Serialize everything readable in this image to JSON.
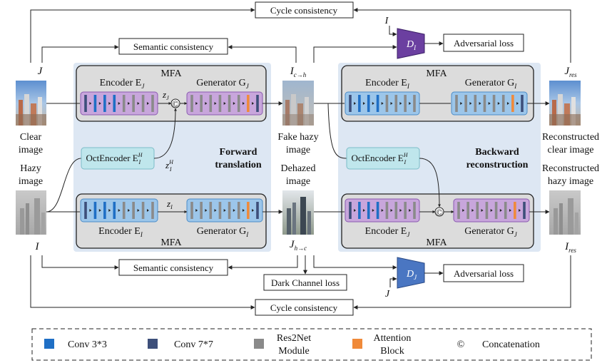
{
  "colors": {
    "conv3": "#1f6fc5",
    "conv7": "#3d4f7a",
    "res2net": "#8a8a8a",
    "attention": "#f08a3a",
    "panel_bg": "#dde7f3",
    "mfa_bg": "#dcdcdc",
    "purple_block": "#c8a6dc",
    "blue_block": "#9cc6ea",
    "oct_block": "#bfe6ec",
    "disc_purple": "#6b3fa0",
    "disc_blue": "#4a76c2"
  },
  "top": {
    "cycle_consistency": "Cycle consistency",
    "semantic_consistency": "Semantic consistency",
    "adversarial_loss": "Adversarial loss",
    "disc_label": "D",
    "disc_sub": "I",
    "disc_input": "I"
  },
  "bottom": {
    "semantic_consistency": "Semantic consistency",
    "dark_channel_loss": "Dark Channel loss",
    "adversarial_loss": "Adversarial loss",
    "cycle_consistency": "Cycle consistency",
    "disc_label": "D",
    "disc_sub": "J",
    "disc_input": "J"
  },
  "images": {
    "J": "J",
    "clear_image": [
      "Clear",
      "image"
    ],
    "hazy_image": [
      "Hazy",
      "image"
    ],
    "I": "I",
    "I_c2h_main": "I",
    "I_c2h_sub": "c→h",
    "fake_hazy": [
      "Fake hazy",
      "image"
    ],
    "dehazed": [
      "Dehazed",
      "image"
    ],
    "J_h2c_main": "J",
    "J_h2c_sub": "h→c",
    "J_res_main": "J",
    "J_res_sub": "res",
    "recon_clear": [
      "Reconstructed",
      "clear image"
    ],
    "recon_hazy": [
      "Reconstructed",
      "hazy image"
    ],
    "I_res_main": "I",
    "I_res_sub": "res"
  },
  "forward": {
    "mfa_top": "MFA",
    "encoder_top": "Encoder E",
    "encoder_top_sub": "J",
    "generator_top": "Generator G",
    "generator_top_sub": "J",
    "z_top": "z",
    "z_top_sub": "J",
    "oct_encoder": "OctEncoder E",
    "oct_sup": "H",
    "oct_sub": "I",
    "z_oct": "z",
    "z_oct_sup": "H",
    "z_oct_sub": "I",
    "title": [
      "Forward",
      "translation"
    ],
    "z_bottom": "z",
    "z_bottom_sub": "I",
    "encoder_bottom": "Encoder E",
    "encoder_bottom_sub": "I",
    "generator_bottom": "Generator G",
    "generator_bottom_sub": "I",
    "mfa_bottom": "MFA"
  },
  "backward": {
    "mfa_top": "MFA",
    "encoder_top": "Encoder E",
    "encoder_top_sub": "I",
    "generator_top": "Generator G",
    "generator_top_sub": "I",
    "oct_encoder": "OctEncoder E",
    "oct_sup": "H",
    "oct_sub": "I",
    "title": [
      "Backward",
      "reconstruction"
    ],
    "encoder_bottom": "Encoder E",
    "encoder_bottom_sub": "J",
    "generator_bottom": "Generator G",
    "generator_bottom_sub": "J",
    "mfa_bottom": "MFA"
  },
  "concat_symbol": "©",
  "legend": {
    "conv3": "Conv 3*3",
    "conv7": "Conv 7*7",
    "res2net": [
      "Res2Net",
      "Module"
    ],
    "attention": [
      "Attention",
      "Block"
    ],
    "concat_symbol": "©",
    "concat": "Concatenation"
  }
}
